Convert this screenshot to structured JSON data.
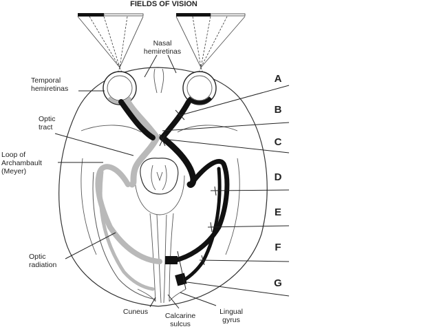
{
  "diagram": {
    "title": "FIELDS OF VISION",
    "labels": {
      "nasal_line1": "Nasal",
      "nasal_line2": "hemiretinas",
      "temporal_line1": "Temporal",
      "temporal_line2": "hemiretinas",
      "optic_tract_line1": "Optic",
      "optic_tract_line2": "tract",
      "loop_line1": "Loop of",
      "loop_line2": "Archambault",
      "loop_line3": "(Meyer)",
      "optic_radiation_line1": "Optic",
      "optic_radiation_line2": "radiation",
      "cuneus": "Cuneus",
      "calcarine_line1": "Calcarine",
      "calcarine_line2": "sulcus",
      "lingual_line1": "Lingual",
      "lingual_line2": "gyrus"
    },
    "lesion_letters": [
      "A",
      "B",
      "C",
      "D",
      "E",
      "F",
      "G"
    ],
    "colors": {
      "right_pathway": "#111111",
      "left_pathway": "#b9b9b9",
      "outline": "#333333"
    }
  }
}
